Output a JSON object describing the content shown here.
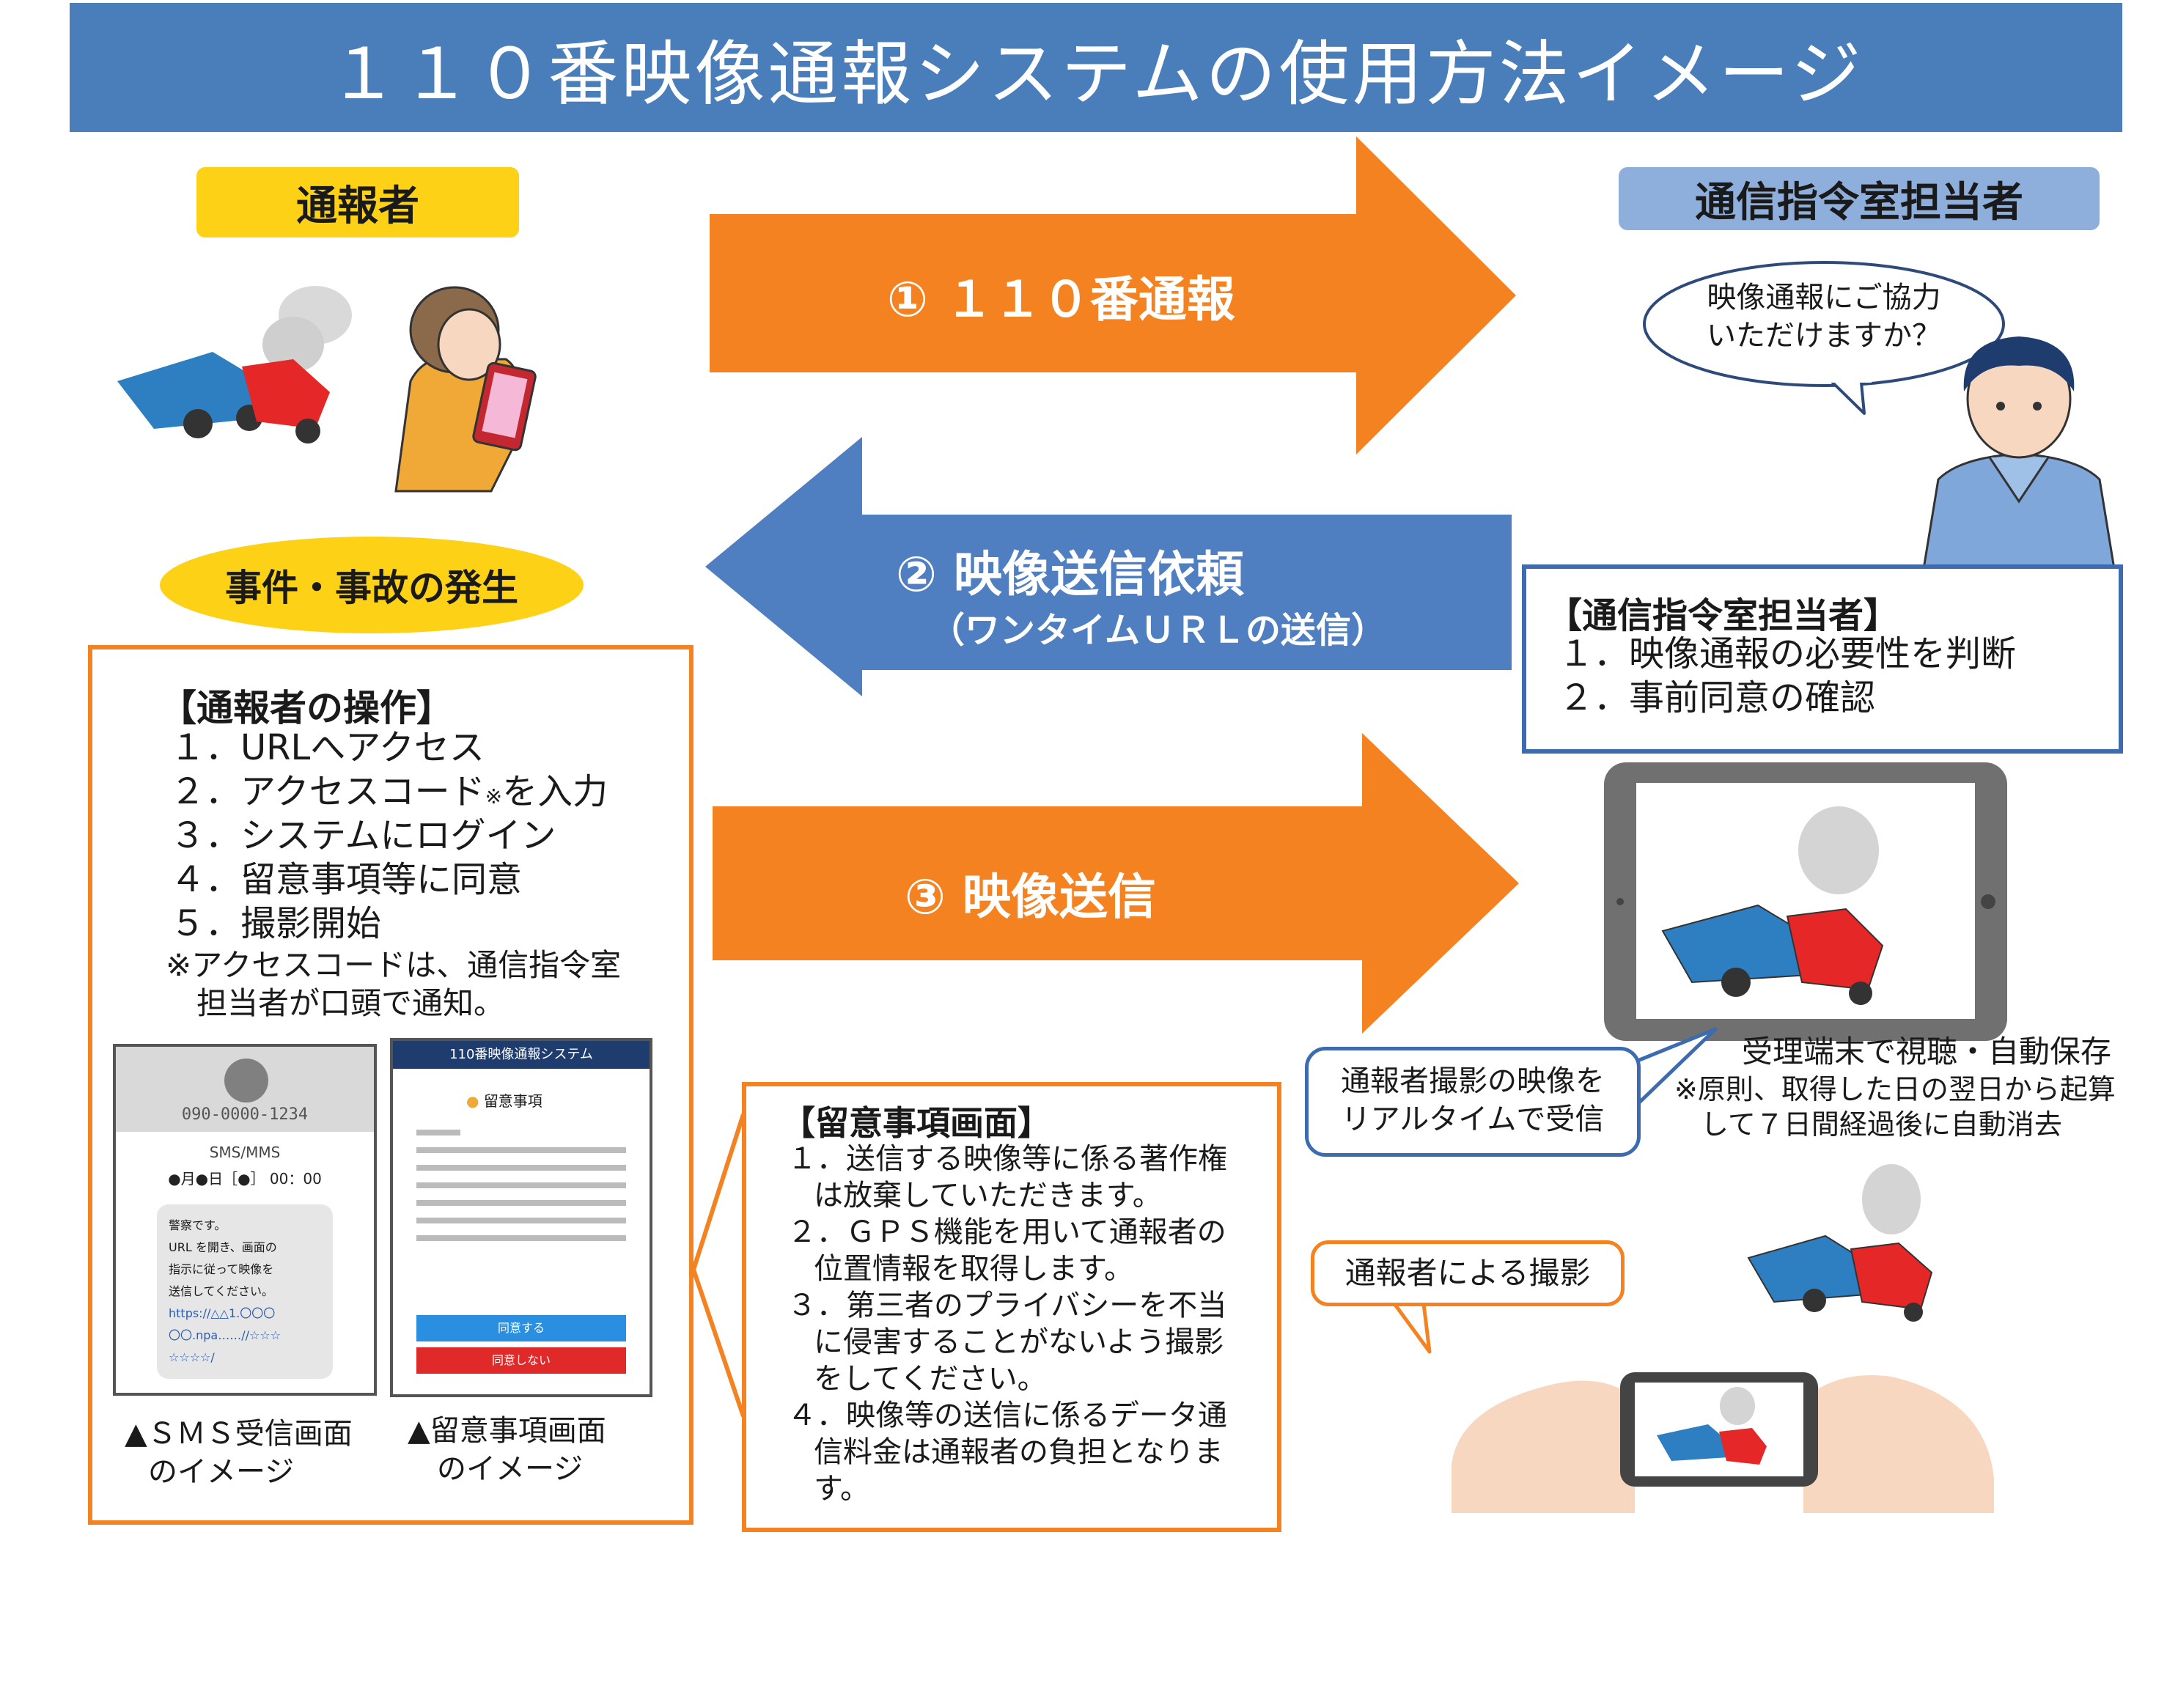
{
  "title": "１１０番映像通報システムの使用方法イメージ",
  "reporter": {
    "label": "通報者",
    "incident_label": "事件・事故の発生"
  },
  "operator": {
    "label": "通信指令室担当者",
    "speech": [
      "映像通報にご協力",
      "いただけますか？"
    ]
  },
  "arrows": {
    "step1": "① １１０番通報",
    "step2": "② 映像送信依頼",
    "step2_sub": "（ワンタイムＵＲＬの送信）",
    "step3": "③ 映像送信"
  },
  "operator_box": {
    "title": "【通信指令室担当者】",
    "items": [
      "１．映像通報の必要性を判断",
      "２．事前同意の確認"
    ]
  },
  "reporter_ops": {
    "title": "【通報者の操作】",
    "items": [
      "１．URLへアクセス",
      "２．アクセスコード",
      "３．システムにログイン",
      "４．留意事項等に同意",
      "５．撮影開始"
    ],
    "item2_mark": "※",
    "item2_suffix": "を入力",
    "note": [
      "※アクセスコードは、通信指令室",
      "担当者が口頭で通知。"
    ]
  },
  "sms_screen": {
    "phone_number": "090-0000-1234",
    "type_label": "SMS/MMS",
    "date_label": "●月●日［●］ 00：00",
    "message": [
      "警察です。",
      "URL を開き、画面の",
      "指示に従って映像を",
      "送信してください。"
    ],
    "link": [
      "https://△△1.〇〇〇",
      "〇〇.npa……//☆☆☆",
      "☆☆☆☆/"
    ],
    "caption": [
      "▲ＳＭＳ受信画面",
      "のイメージ"
    ]
  },
  "notice_screen": {
    "header": "110番映像通報システム",
    "title": "留意事項",
    "agree": "同意する",
    "disagree": "同意しない",
    "caption": [
      "▲留意事項画面",
      "のイメージ"
    ]
  },
  "notice_box": {
    "title": "【留意事項画面】",
    "lines": [
      "１．送信する映像等に係る著作権",
      "は放棄していただきます。",
      "２．ＧＰＳ機能を用いて通報者の",
      "位置情報を取得します。",
      "３．第三者のプライバシーを不当",
      "に侵害することがないよう撮影",
      "をしてください。",
      "４．映像等の送信に係るデータ通",
      "信料金は通報者の負担となりま",
      "す。"
    ]
  },
  "receive_bubble": [
    "通報者撮影の映像を",
    "リアルタイムで受信"
  ],
  "receive_note": [
    "受理端末で視聴・自動保存",
    "※原則、取得した日の翌日から起算",
    "して７日間経過後に自動消去"
  ],
  "shoot_bubble": "通報者による撮影",
  "colors": {
    "title_bar": "#4a7ebb",
    "orange": "#f58220",
    "blue_arrow": "#4f7fc0",
    "yellow": "#fcd116",
    "operator_tag": "#8eaedb",
    "dark_blue_border": "#3d6bb0"
  }
}
